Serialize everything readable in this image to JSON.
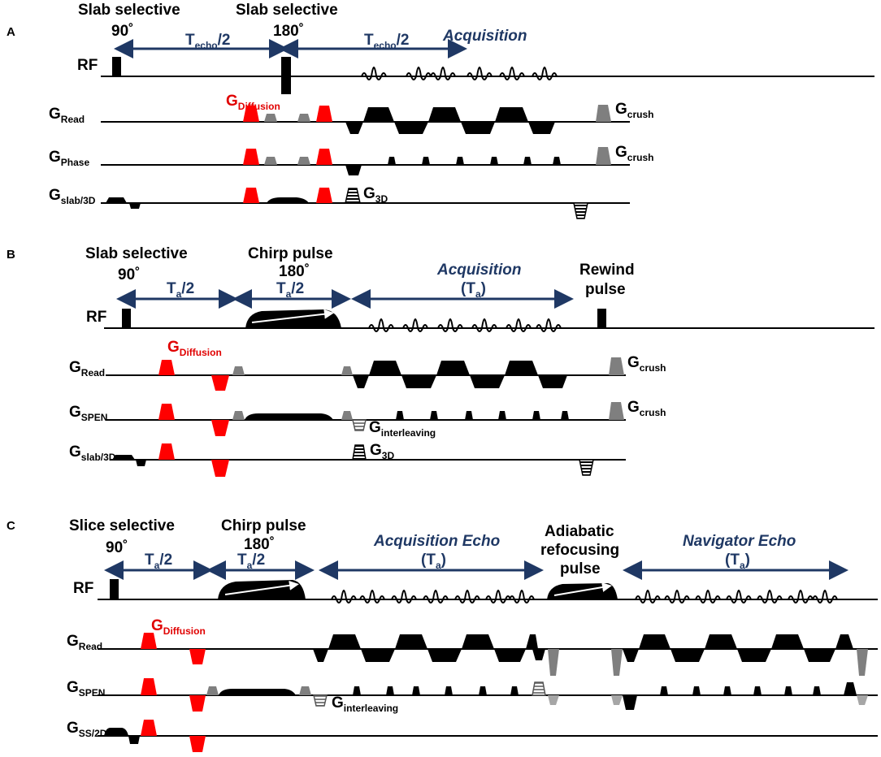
{
  "panels": [
    {
      "letter": "A",
      "labels": {
        "ss90_line1": "Slab selective",
        "ss90_line2": "90˚",
        "ss180_line1": "Slab selective",
        "ss180_line2": "180˚",
        "techo1": "T",
        "techo1_sub": "echo",
        "techo1_tail": "/2",
        "techo2": "T",
        "techo2_sub": "echo",
        "techo2_tail": "/2",
        "acq": "Acquisition",
        "rf": "RF",
        "gdiff": "G",
        "gdiff_sub": "Diffusion",
        "gread": "G",
        "gread_sub": "Read",
        "gphase": "G",
        "gphase_sub": "Phase",
        "gslab": "G",
        "gslab_sub": "slab/3D",
        "gcrush1": "G",
        "gcrush1_sub": "crush",
        "gcrush2": "G",
        "gcrush2_sub": "crush",
        "g3d": "G",
        "g3d_sub": "3D"
      }
    },
    {
      "letter": "B",
      "labels": {
        "ss90_line1": "Slab selective",
        "ss90_line2": "90˚",
        "chirp_line1": "Chirp pulse",
        "chirp_line2": "180˚",
        "ta1": "T",
        "ta1_sub": "a",
        "ta1_tail": "/2",
        "ta2": "T",
        "ta2_sub": "a",
        "ta2_tail": "/2",
        "acq": "Acquisition",
        "acq_ta": "(T",
        "acq_ta_sub": "a",
        "acq_ta_tail": ")",
        "rewind_line1": "Rewind",
        "rewind_line2": "pulse",
        "rf": "RF",
        "gdiff": "G",
        "gdiff_sub": "Diffusion",
        "gread": "G",
        "gread_sub": "Read",
        "gspen": "G",
        "gspen_sub": "SPEN",
        "gslab": "G",
        "gslab_sub": "slab/3D",
        "gcrush1": "G",
        "gcrush1_sub": "crush",
        "gcrush2": "G",
        "gcrush2_sub": "crush",
        "ginter": "G",
        "ginter_sub": "interleaving",
        "g3d": "G",
        "g3d_sub": "3D"
      }
    },
    {
      "letter": "C",
      "labels": {
        "ss90_line1": "Slice selective",
        "ss90_line2": "90˚",
        "chirp_line1": "Chirp pulse",
        "chirp_line2": "180˚",
        "ta1": "T",
        "ta1_sub": "a",
        "ta1_tail": "/2",
        "ta2": "T",
        "ta2_sub": "a",
        "ta2_tail": "/2",
        "acq": "Acquisition Echo",
        "acq_ta": "(T",
        "acq_ta_sub": "a",
        "acq_ta_tail": ")",
        "adiab_line1": "Adiabatic",
        "adiab_line2": "refocusing",
        "adiab_line3": "pulse",
        "nav": "Navigator Echo",
        "nav_ta": "(T",
        "nav_ta_sub": "a",
        "nav_ta_tail": ")",
        "rf": "RF",
        "gdiff": "G",
        "gdiff_sub": "Diffusion",
        "gread": "G",
        "gread_sub": "Read",
        "gspen": "G",
        "gspen_sub": "SPEN",
        "gss": "G",
        "gss_sub": "SS/2D",
        "ginter": "G",
        "ginter_sub": "interleaving"
      }
    }
  ],
  "colors": {
    "text": "#000000",
    "annotation_blue": "#1f3864",
    "diffusion_red": "#ff0000",
    "crusher_gray": "#7f7f7f"
  }
}
